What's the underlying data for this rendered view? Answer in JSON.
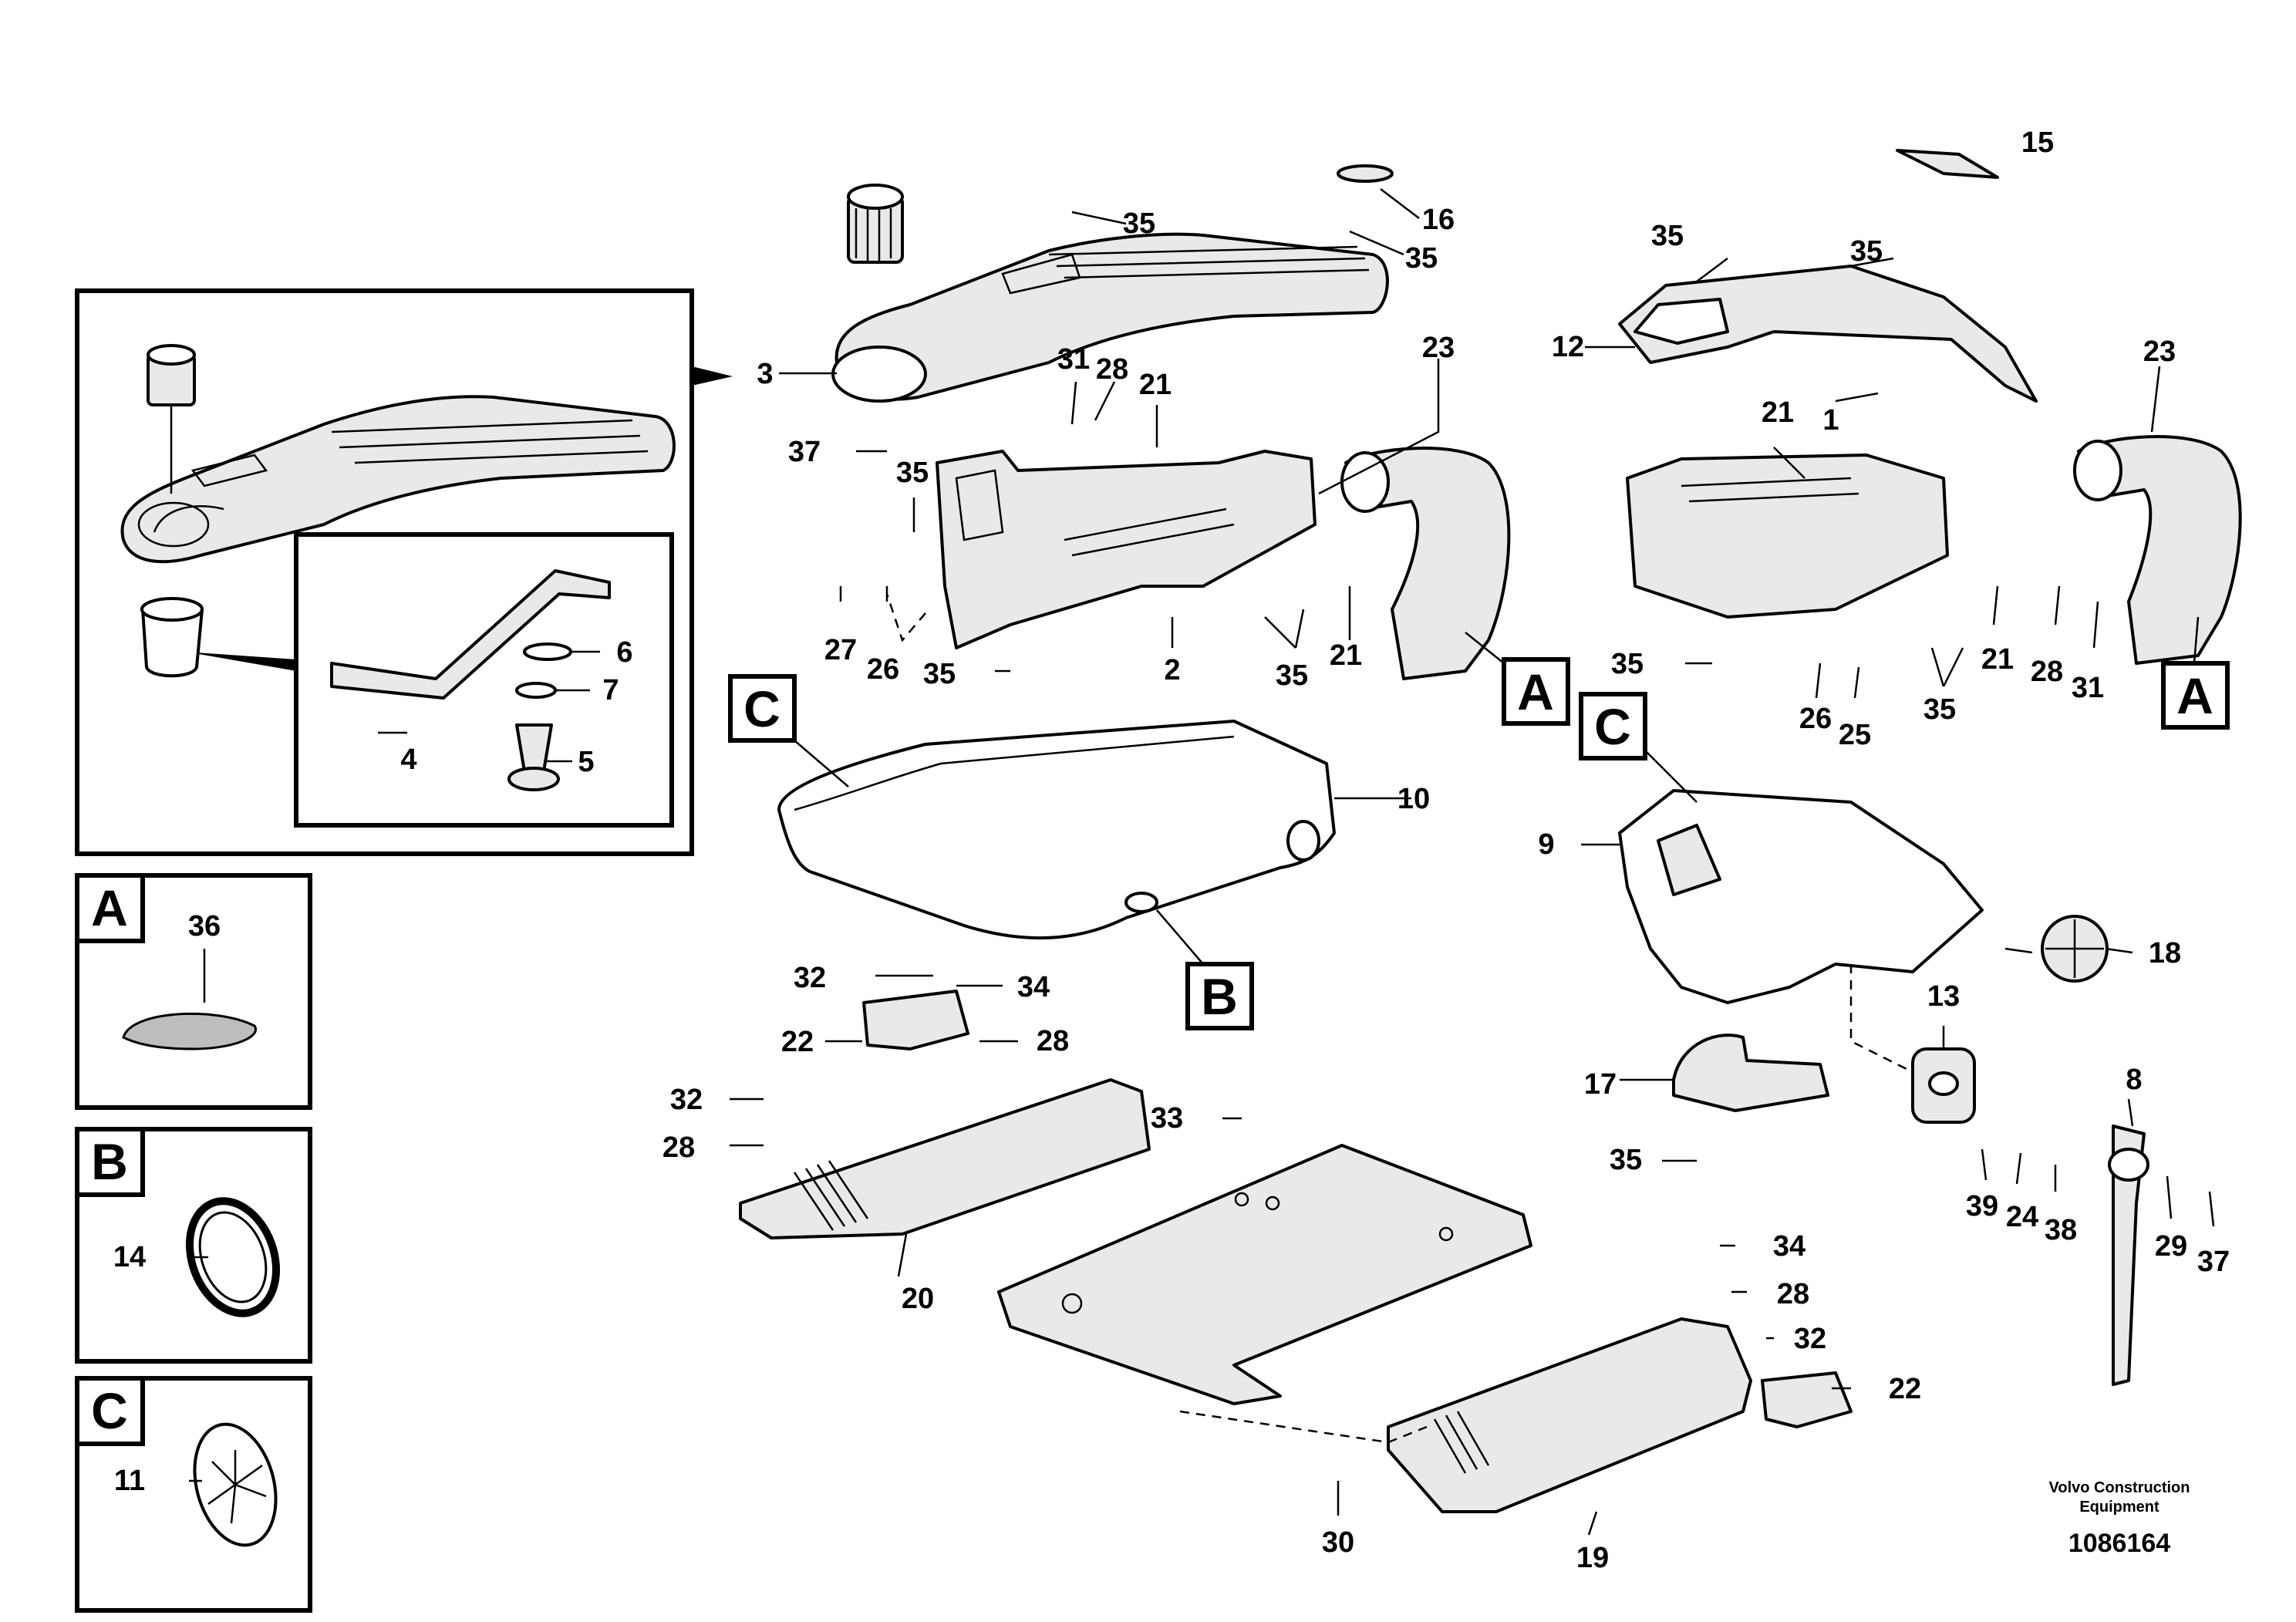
{
  "title": "",
  "parts": [
    {
      "id": "p1",
      "label": "1"
    },
    {
      "id": "p2",
      "label": "2"
    },
    {
      "id": "p3",
      "label": "3"
    },
    {
      "id": "p4",
      "label": "4"
    },
    {
      "id": "p5",
      "label": "5"
    },
    {
      "id": "p6",
      "label": "6"
    },
    {
      "id": "p7",
      "label": "7"
    },
    {
      "id": "p8",
      "label": "8"
    },
    {
      "id": "p9",
      "label": "9"
    },
    {
      "id": "p10",
      "label": "10"
    },
    {
      "id": "p11",
      "label": "11"
    },
    {
      "id": "p12",
      "label": "12"
    },
    {
      "id": "p13",
      "label": "13"
    },
    {
      "id": "p14",
      "label": "14"
    },
    {
      "id": "p15",
      "label": "15"
    },
    {
      "id": "p16",
      "label": "16"
    },
    {
      "id": "p17",
      "label": "17"
    },
    {
      "id": "p18",
      "label": "18"
    },
    {
      "id": "p19",
      "label": "19"
    },
    {
      "id": "p20",
      "label": "20"
    },
    {
      "id": "p21",
      "label": "21"
    },
    {
      "id": "p22",
      "label": "22"
    },
    {
      "id": "p23",
      "label": "23"
    },
    {
      "id": "p24",
      "label": "24"
    },
    {
      "id": "p25",
      "label": "25"
    },
    {
      "id": "p26",
      "label": "26"
    },
    {
      "id": "p27",
      "label": "27"
    },
    {
      "id": "p28",
      "label": "28"
    },
    {
      "id": "p29",
      "label": "29"
    },
    {
      "id": "p30",
      "label": "30"
    },
    {
      "id": "p31",
      "label": "31"
    },
    {
      "id": "p32",
      "label": "32"
    },
    {
      "id": "p33",
      "label": "33"
    },
    {
      "id": "p34",
      "label": "34"
    },
    {
      "id": "p35",
      "label": "35"
    },
    {
      "id": "p36",
      "label": "36"
    },
    {
      "id": "p37",
      "label": "37"
    },
    {
      "id": "p38",
      "label": "38"
    },
    {
      "id": "p39",
      "label": "39"
    }
  ],
  "detail_markers": {
    "a": "A",
    "b": "B",
    "c": "C"
  },
  "footer": {
    "company_line1": "Volvo Construction",
    "company_line2": "Equipment",
    "drawing_number": "1086164"
  }
}
